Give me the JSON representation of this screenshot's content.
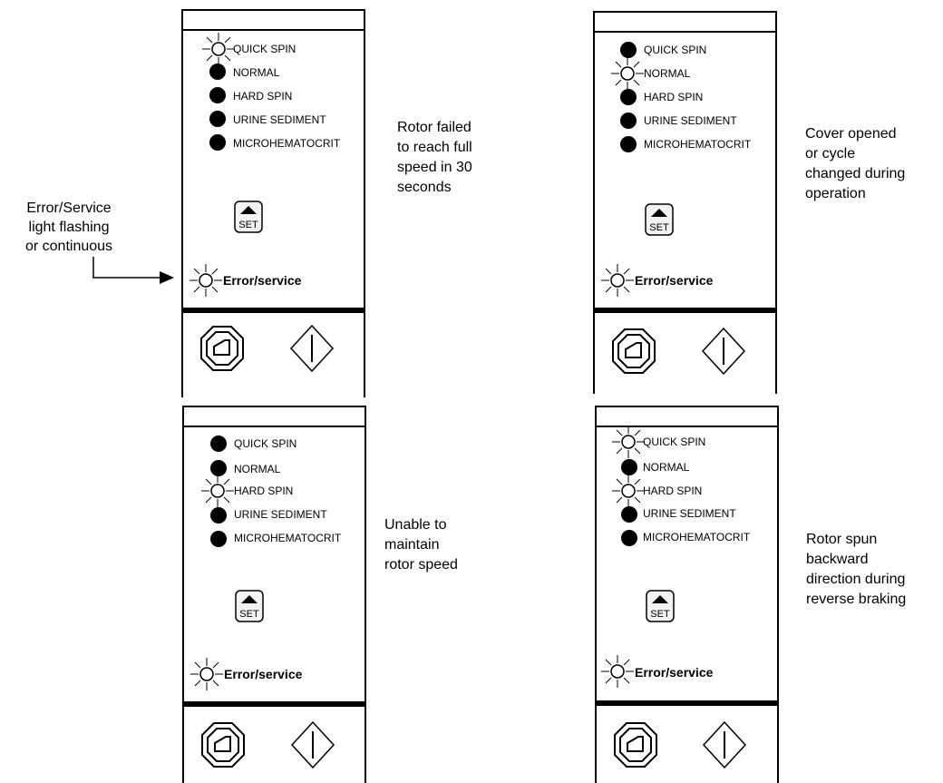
{
  "panels": [
    {
      "options": [
        "QUICK SPIN",
        "NORMAL",
        "HARD SPIN",
        "URINE SEDIMENT",
        "MICROHEMATOCRIT"
      ],
      "lit": [
        true,
        false,
        false,
        false,
        false
      ],
      "set_label": "SET",
      "error_label": "Error/service",
      "description": "Rotor failed\nto reach full\nspeed in 30\nseconds"
    },
    {
      "options": [
        "QUICK SPIN",
        "NORMAL",
        "HARD SPIN",
        "URINE SEDIMENT",
        "MICROHEMATOCRIT"
      ],
      "lit": [
        false,
        true,
        false,
        false,
        false
      ],
      "set_label": "SET",
      "error_label": "Error/service",
      "description": "Cover opened\nor cycle\nchanged during\noperation"
    },
    {
      "options": [
        "QUICK SPIN",
        "NORMAL",
        "HARD SPIN",
        "URINE SEDIMENT",
        "MICROHEMATOCRIT"
      ],
      "lit": [
        false,
        false,
        true,
        false,
        false
      ],
      "set_label": "SET",
      "error_label": "Error/service",
      "description": "Unable to\nmaintain\nrotor speed"
    },
    {
      "options": [
        "QUICK SPIN",
        "NORMAL",
        "HARD SPIN",
        "URINE SEDIMENT",
        "MICROHEMATOCRIT"
      ],
      "lit": [
        true,
        false,
        true,
        false,
        false
      ],
      "set_label": "SET",
      "error_label": "Error/service",
      "description": "Rotor spun\nbackward\ndirection during\nreverse braking"
    }
  ],
  "callout": "Error/Service\nlight flashing\nor continuous",
  "icons": {
    "led_off": "filled-circle-icon",
    "led_on": "glowing-led-icon",
    "set": "set-arrow-button-icon",
    "stop": "stop-octagon-icon",
    "start": "start-diamond-icon"
  }
}
